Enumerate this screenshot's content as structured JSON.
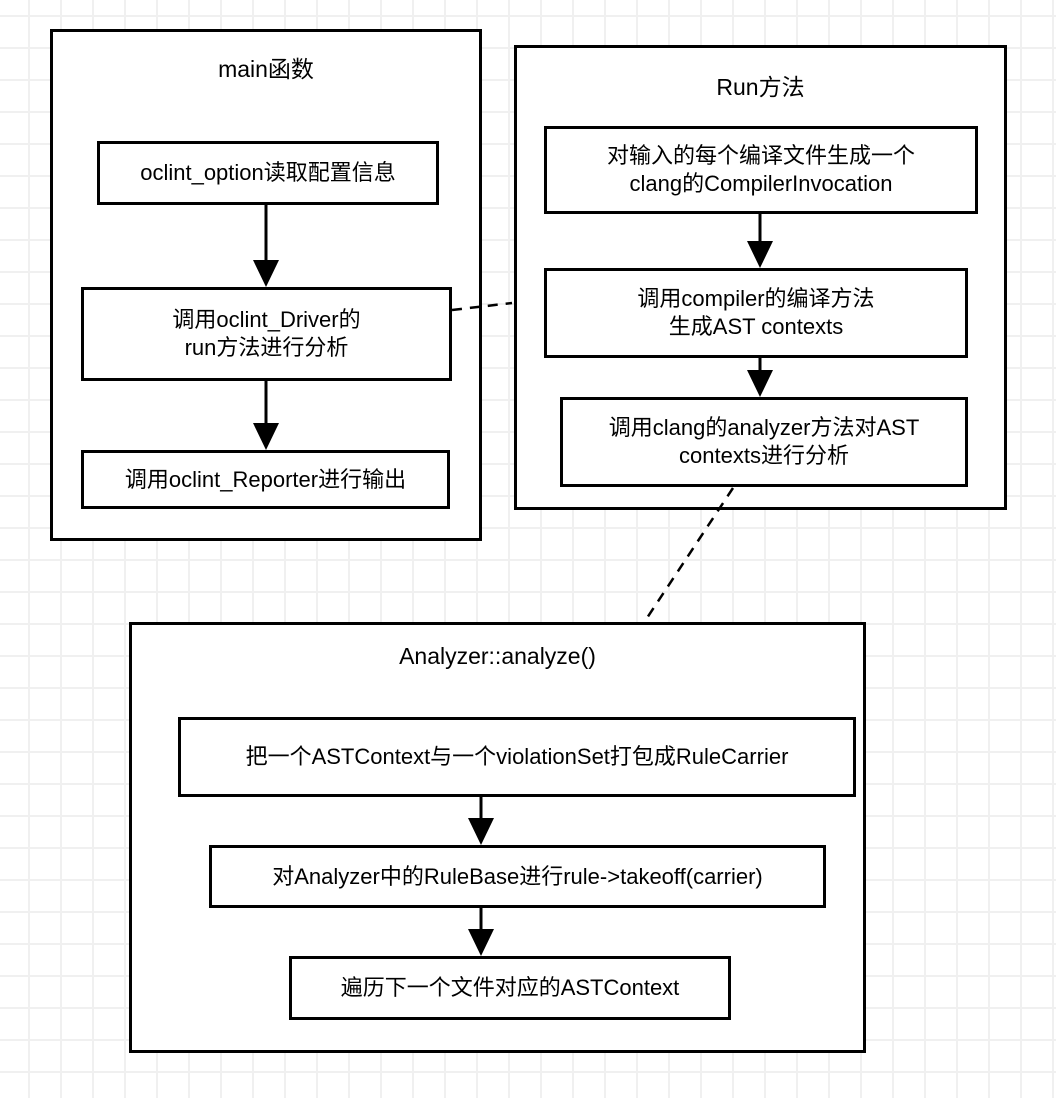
{
  "diagram": {
    "type": "flowchart",
    "colors": {
      "background": "#ffffff",
      "grid_line": "#f0f0f0",
      "stroke": "#000000",
      "text": "#000000"
    },
    "groups": [
      {
        "title": "main函数",
        "steps": [
          {
            "lines": [
              "oclint_option读取配置信息"
            ]
          },
          {
            "lines": [
              "调用oclint_Driver的",
              "run方法进行分析"
            ]
          },
          {
            "lines": [
              "调用oclint_Reporter进行输出"
            ]
          }
        ]
      },
      {
        "title": "Run方法",
        "steps": [
          {
            "lines": [
              "对输入的每个编译文件生成一个",
              "clang的CompilerInvocation"
            ]
          },
          {
            "lines": [
              "调用compiler的编译方法",
              "生成AST contexts"
            ]
          },
          {
            "lines": [
              "调用clang的analyzer方法对AST",
              "contexts进行分析"
            ]
          }
        ]
      },
      {
        "title": "Analyzer::analyze()",
        "steps": [
          {
            "lines": [
              "把一个ASTContext与一个violationSet打包成RuleCarrier"
            ]
          },
          {
            "lines": [
              "对Analyzer中的RuleBase进行rule->takeoff(carrier)"
            ]
          },
          {
            "lines": [
              "遍历下一个文件对应的ASTContext"
            ]
          }
        ]
      }
    ],
    "connections": [
      {
        "from": "调用oclint_Driver的run方法进行分析",
        "to": "Run方法",
        "style": "dashed",
        "arrowhead": "none"
      },
      {
        "from": "调用clang的analyzer方法对AST contexts进行分析",
        "to": "Analyzer::analyze()",
        "style": "dashed",
        "arrowhead": "none"
      },
      {
        "within": "each group",
        "style": "solid",
        "arrowhead": "filled-triangle",
        "direction": "top-to-bottom"
      }
    ]
  }
}
